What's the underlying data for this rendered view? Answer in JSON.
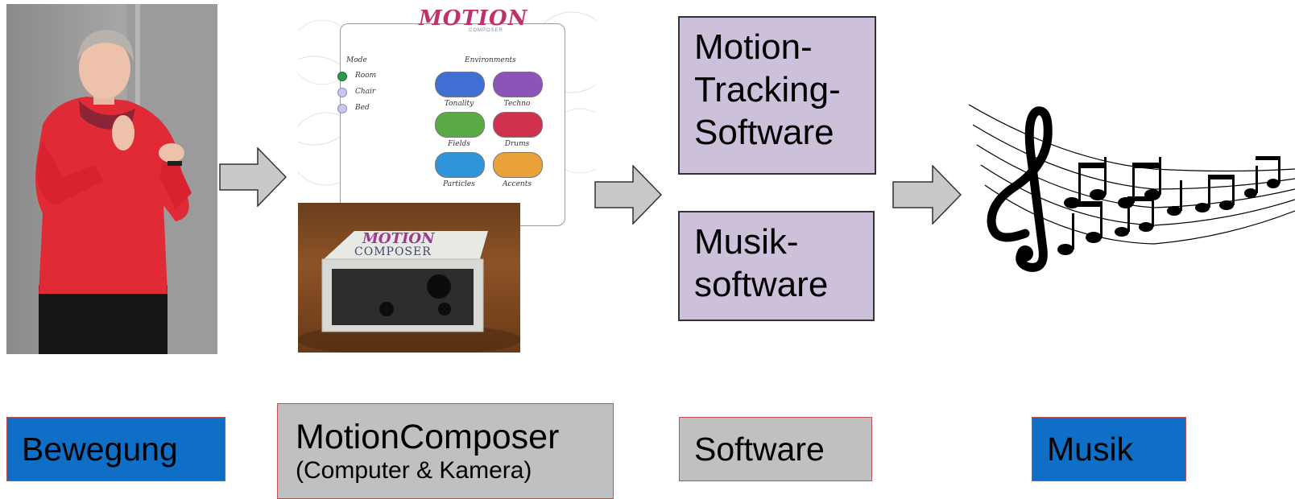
{
  "diagram": {
    "stages": [
      {
        "label": "Bewegung"
      },
      {
        "label": "MotionComposer",
        "sublabel": "(Computer & Kamera)"
      },
      {
        "label": "Software"
      },
      {
        "label": "Musik"
      }
    ],
    "software_boxes": [
      {
        "lines": [
          "Motion-",
          "Tracking-",
          "Software"
        ]
      },
      {
        "lines": [
          "Musik-",
          "software"
        ]
      }
    ],
    "ui_screenshot": {
      "logo": "MOTION",
      "logo_sub": "COMPOSER",
      "mode_title": "Mode",
      "modes": [
        "Room",
        "Chair",
        "Bed"
      ],
      "environments_title": "Environments",
      "environments": [
        "Tonality",
        "Techno",
        "Fields",
        "Drums",
        "Particles",
        "Accents"
      ]
    },
    "device_label": "COMPOSER",
    "device_logo": "MOTION"
  },
  "colors": {
    "blue_box": "#0f6fc6",
    "gray_box": "#c0c0c0",
    "purple_box": "#ccc0da",
    "box_border": "#c0504d",
    "arrow_fill": "#c8c8c8"
  }
}
